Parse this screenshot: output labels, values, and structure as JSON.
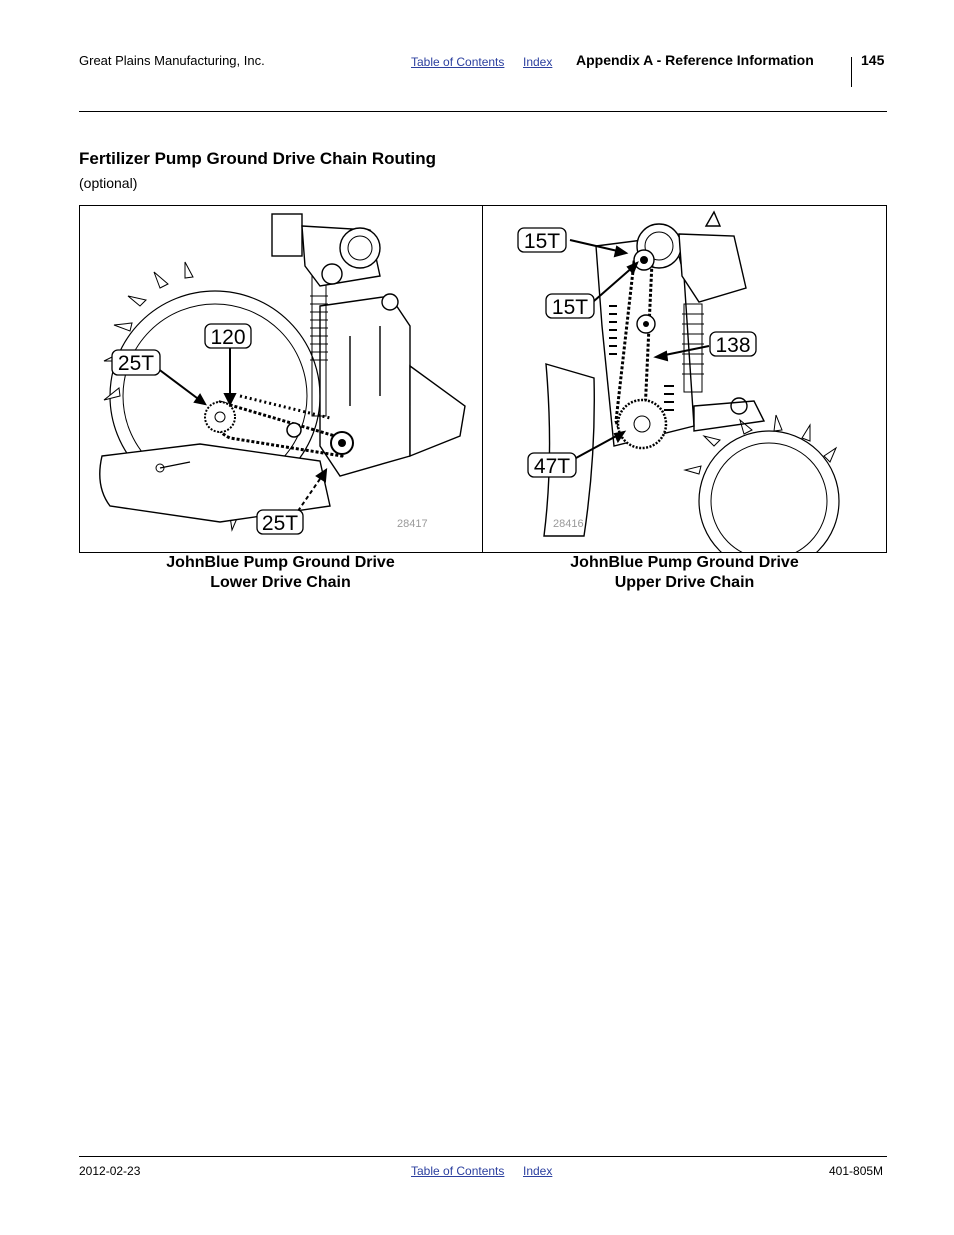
{
  "header": {
    "company": "Great Plains Manufacturing, Inc.",
    "toc_link": "Table of Contents",
    "index_link": "Index",
    "section": "Appendix A - Reference Information",
    "page_number": "145"
  },
  "section": {
    "title": "Fertilizer Pump Ground Drive Chain Routing",
    "subtitle": "(optional)"
  },
  "figures": [
    {
      "figure_number": "28417",
      "callouts": [
        "25T",
        "120",
        "25T"
      ],
      "caption_line1": "JohnBlue Pump Ground Drive",
      "caption_line2": "Lower Drive Chain"
    },
    {
      "figure_number": "28416",
      "callouts": [
        "15T",
        "15T",
        "138",
        "47T"
      ],
      "caption_line1": "JohnBlue Pump Ground Drive",
      "caption_line2": "Upper Drive Chain"
    }
  ],
  "footer": {
    "date": "2012-02-23",
    "toc_link": "Table of Contents",
    "index_link": "Index",
    "doc_number": "401-805M"
  }
}
